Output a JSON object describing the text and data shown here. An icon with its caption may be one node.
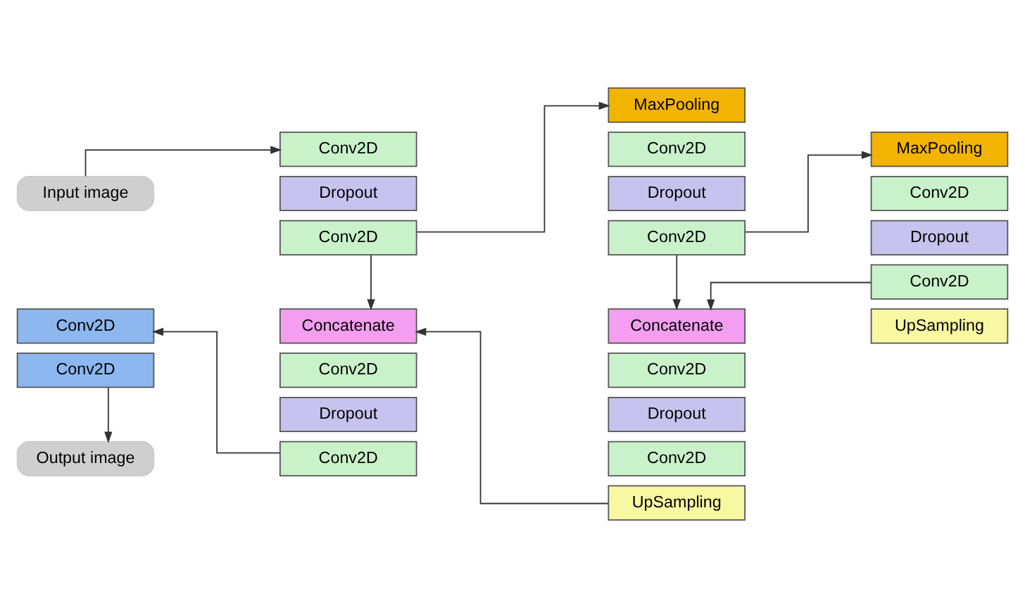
{
  "diagram": {
    "nodes": [
      {
        "text": [
          "Input image"
        ]
      },
      {
        "text": [
          "Conv2D"
        ]
      },
      {
        "text": [
          "Dropout"
        ]
      },
      {
        "text": [
          "Conv2D"
        ]
      },
      {
        "text": [
          "MaxPooling"
        ]
      },
      {
        "text": [
          "Conv2D"
        ]
      },
      {
        "text": [
          "Dropout"
        ]
      },
      {
        "text": [
          "Conv2D"
        ]
      },
      {
        "text": [
          "MaxPooling"
        ]
      },
      {
        "text": [
          "Conv2D"
        ]
      },
      {
        "text": [
          "Dropout"
        ]
      },
      {
        "text": [
          "Conv2D"
        ]
      },
      {
        "text": [
          "UpSampling"
        ]
      },
      {
        "text": [
          "Conv2D"
        ]
      },
      {
        "text": [
          "Conv2D"
        ]
      },
      {
        "text": [
          "Concatenate"
        ]
      },
      {
        "text": [
          "Conv2D"
        ]
      },
      {
        "text": [
          "Dropout"
        ]
      },
      {
        "text": [
          "Conv2D"
        ]
      },
      {
        "text": [
          "Concatenate"
        ]
      },
      {
        "text": [
          "Conv2D"
        ]
      },
      {
        "text": [
          "Dropout"
        ]
      },
      {
        "text": [
          "Conv2D"
        ]
      },
      {
        "text": [
          "UpSampling"
        ]
      },
      {
        "text": [
          "Output image"
        ]
      }
    ],
    "edges": [
      {
        "from": 0,
        "to": 1,
        "arrow": "to"
      },
      {
        "from": 3,
        "to": 4,
        "arrow": "to"
      },
      {
        "from": 7,
        "to": 8,
        "arrow": "to"
      },
      {
        "from": 11,
        "to": 19,
        "arrow": "to"
      },
      {
        "from": 7,
        "to": 19,
        "arrow": "to"
      },
      {
        "from": 23,
        "to": 15,
        "arrow": "to"
      },
      {
        "from": 3,
        "to": 15,
        "arrow": "to"
      },
      {
        "from": 18,
        "to": 13,
        "arrow": "to"
      },
      {
        "from": 14,
        "to": 24,
        "arrow": "to"
      }
    ]
  }
}
